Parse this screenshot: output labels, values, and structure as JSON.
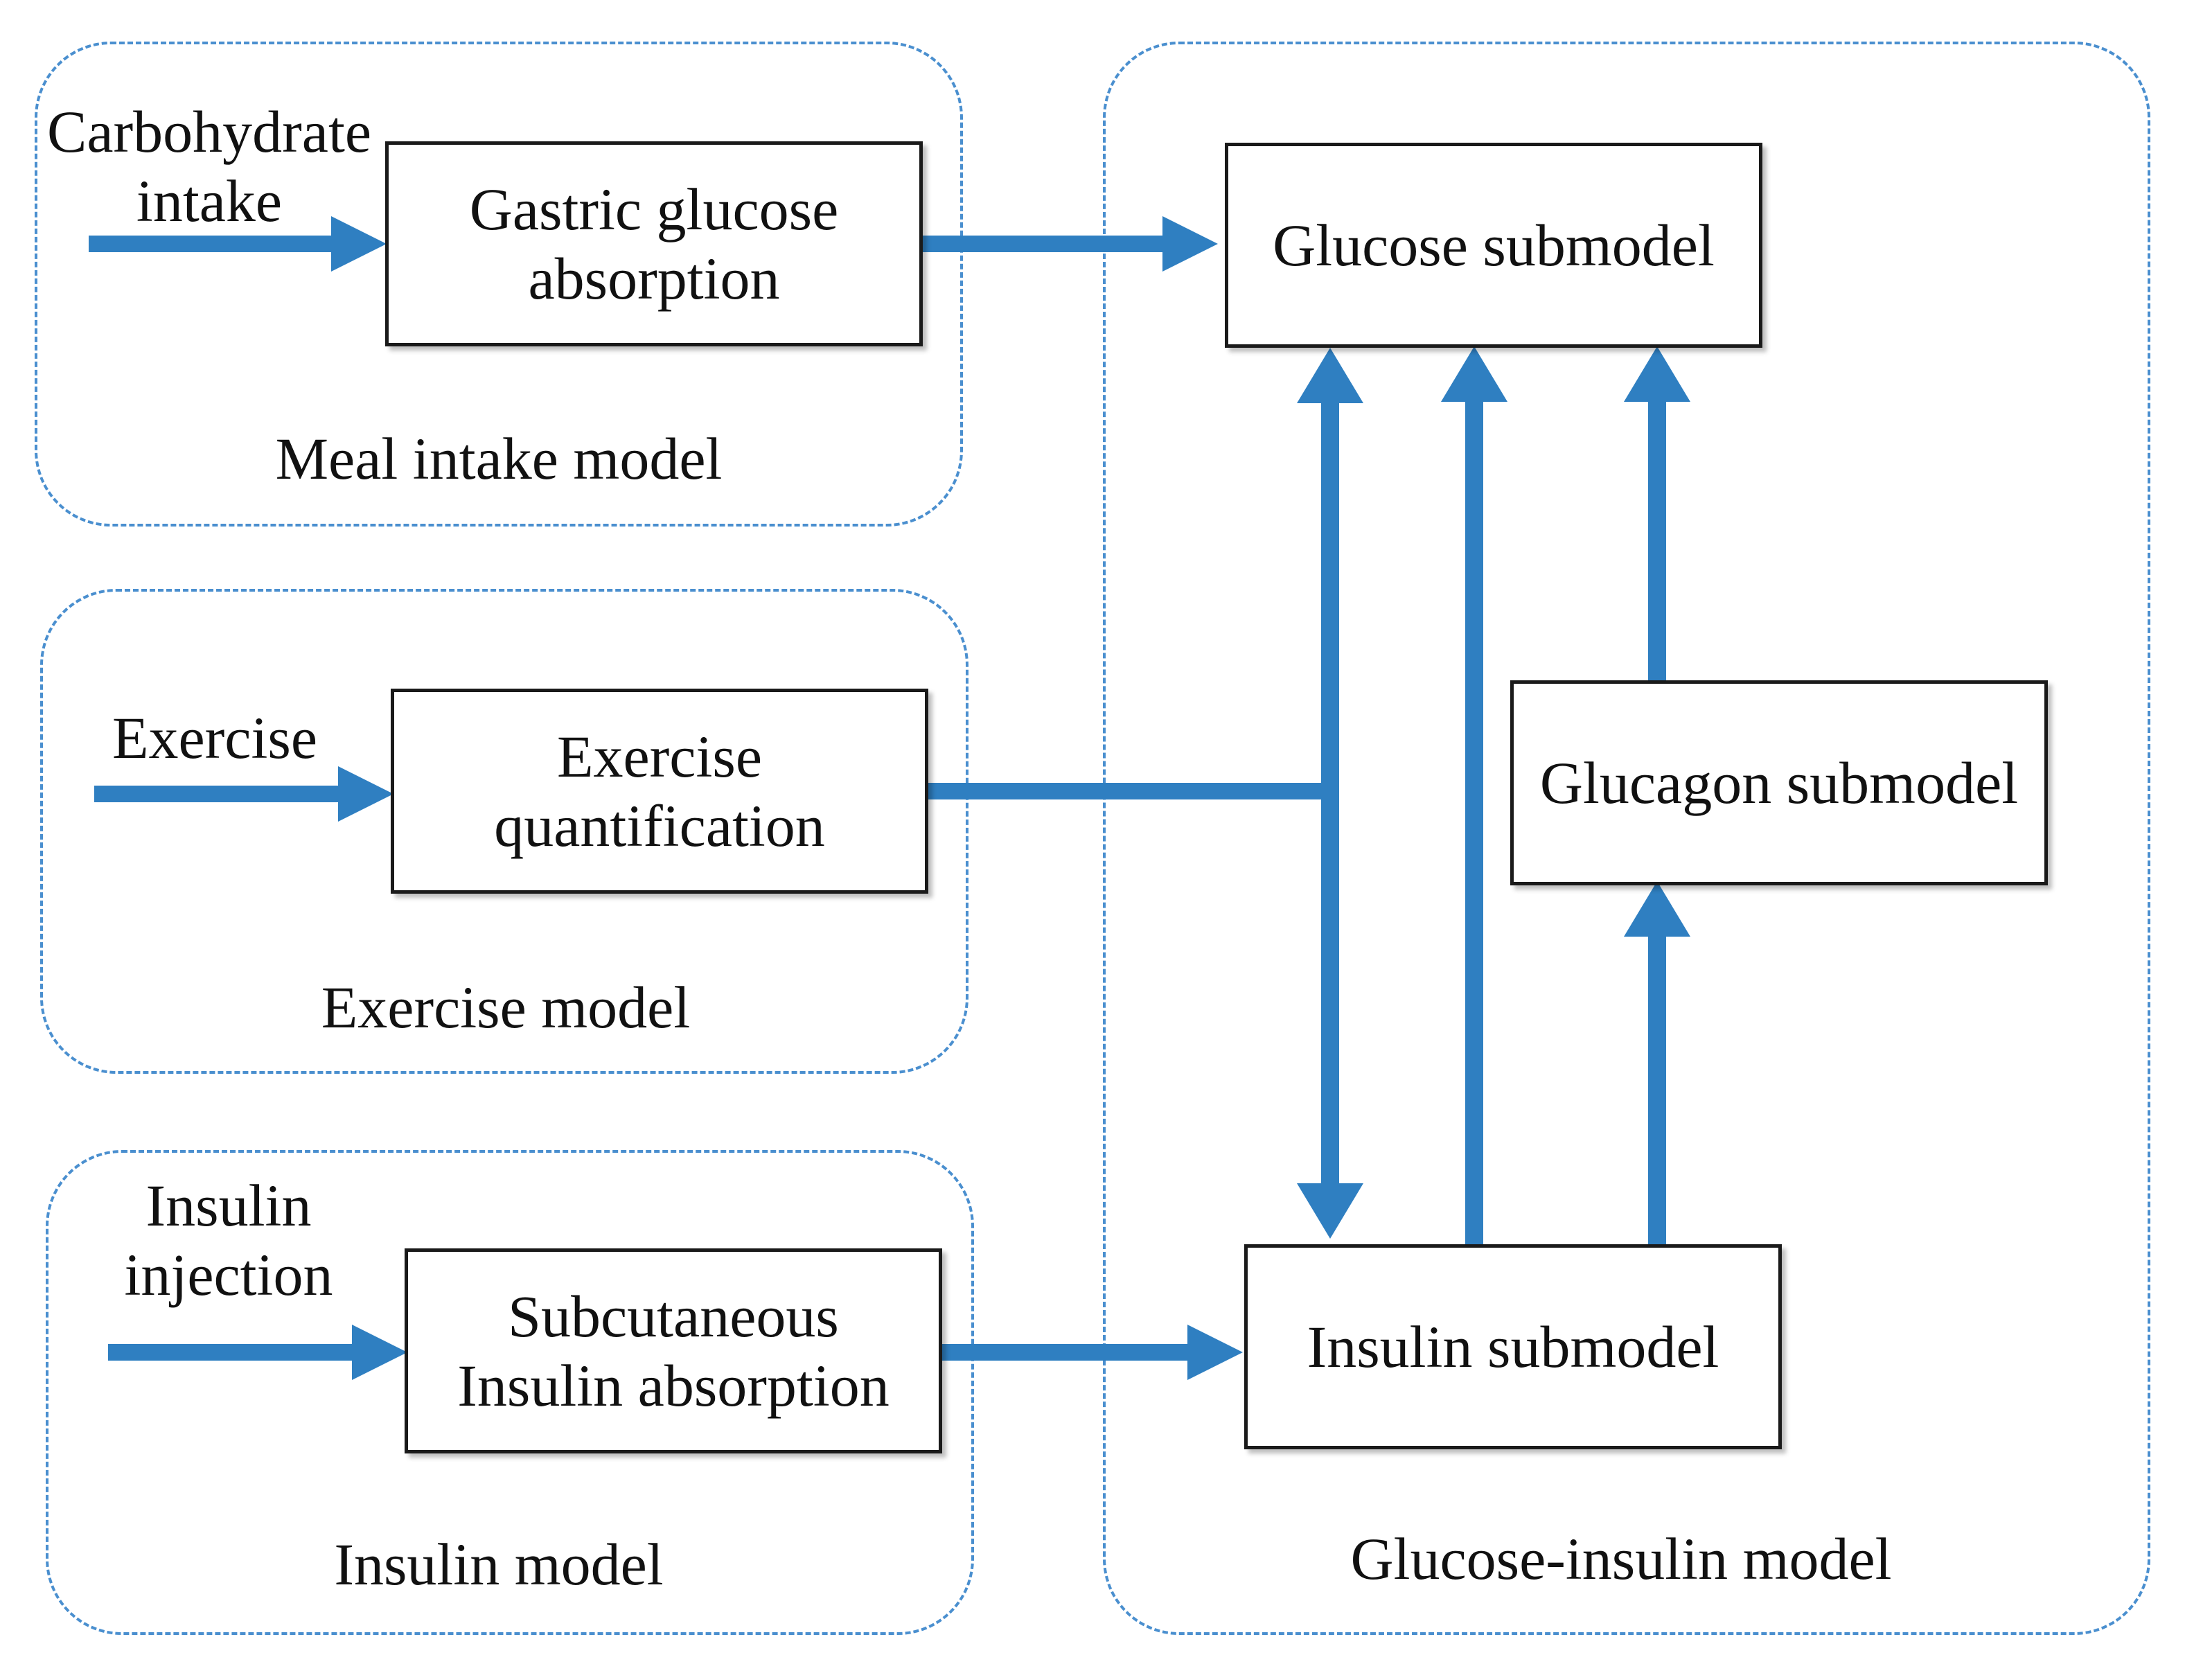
{
  "groups": {
    "meal": {
      "title": "Meal intake model"
    },
    "exercise": {
      "title": "Exercise model"
    },
    "insulin": {
      "title": "Insulin model"
    },
    "glucose_insulin": {
      "title": "Glucose-insulin model"
    }
  },
  "inputs": {
    "carb_line1": "Carbohydrate",
    "carb_line2": "intake",
    "exercise": "Exercise",
    "insulin_line1": "Insulin",
    "insulin_line2": "injection"
  },
  "blocks": {
    "gastric_line1": "Gastric glucose",
    "gastric_line2": "absorption",
    "exq_line1": "Exercise",
    "exq_line2": "quantification",
    "subq_line1": "Subcutaneous",
    "subq_line2": "Insulin absorption",
    "glucose_sub": "Glucose submodel",
    "glucagon_sub": "Glucagon submodel",
    "insulin_sub": "Insulin submodel"
  },
  "colors": {
    "arrow": "#2f7fc1",
    "dashed_border": "#4a8fcf",
    "block_border": "#1a1a1a"
  }
}
